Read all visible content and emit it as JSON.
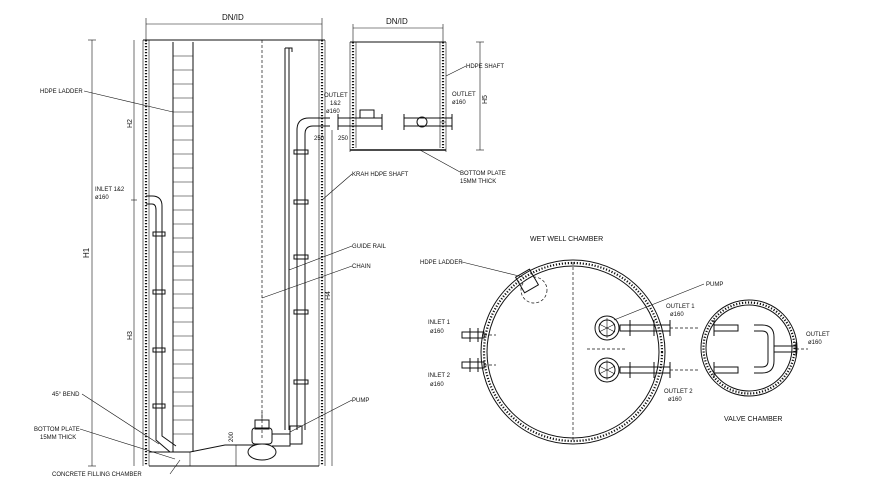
{
  "section": {
    "dn_id_main": "DN/ID",
    "dn_id_valve": "DN/ID",
    "hdpe_ladder": "HDPE LADDER",
    "inlet_label_line1": "INLET 1&2",
    "inlet_label_line2": "ø160",
    "outlet_label_line1": "OUTLET",
    "outlet_label_line2": "1&2",
    "outlet_label_line3": "ø160",
    "dim_250a": "250",
    "dim_250b": "250",
    "hdpe_shaft": "HDPE SHAFT",
    "outlet_valve_line1": "OUTLET",
    "outlet_valve_line2": "ø160",
    "h5": "H5",
    "bottom_plate_top_line1": "BOTTOM PLATE",
    "bottom_plate_top_line2": "15MM THICK",
    "krah_hdpe_shaft": "KRAH HDPE SHAFT",
    "guide_rail": "GUIDE RAIL",
    "chain": "CHAIN",
    "h1": "H1",
    "h2": "H2",
    "h3": "H3",
    "h4": "H4",
    "pump": "PUMP",
    "bend_45": "45° BEND",
    "bottom_plate_line1": "BOTTOM PLATE",
    "bottom_plate_line2": "15MM THICK",
    "dim_200": "200",
    "concrete": "CONCRETE FILLING CHAMBER"
  },
  "plan": {
    "wet_well_chamber": "WET WELL CHAMBER",
    "hdpe_ladder": "HDPE LADDER",
    "pump": "PUMP",
    "inlet1_line1": "INLET  1",
    "inlet1_line2": "ø160",
    "inlet2_line1": "INLET  2",
    "inlet2_line2": "ø160",
    "outlet1_line1": "OUTLET  1",
    "outlet1_line2": "ø160",
    "outlet2_line1": "OUTLET  2",
    "outlet2_line2": "ø160",
    "outlet_line1": "OUTLET",
    "outlet_line2": "ø160",
    "valve_chamber": "VALVE CHAMBER"
  }
}
